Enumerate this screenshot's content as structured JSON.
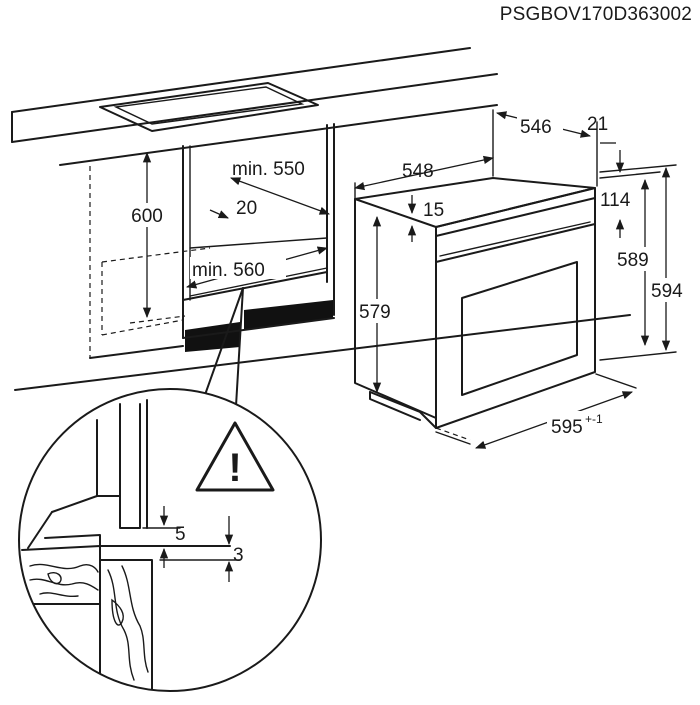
{
  "diagram": {
    "code": "PSGBOV170D363002",
    "dims": {
      "d600": "600",
      "dmin550": "min. 550",
      "d20": "20",
      "dmin560": "min. 560",
      "d548": "548",
      "d546": "546",
      "d21": "21",
      "d15": "15",
      "d114": "114",
      "d579": "579",
      "d589": "589",
      "d594": "594",
      "d595": "595",
      "d595_tol": "+-1",
      "d5": "5",
      "d3": "3"
    },
    "warning_symbol": "!",
    "icons": [
      "warning-triangle-icon",
      "wood-grain-icon"
    ]
  }
}
